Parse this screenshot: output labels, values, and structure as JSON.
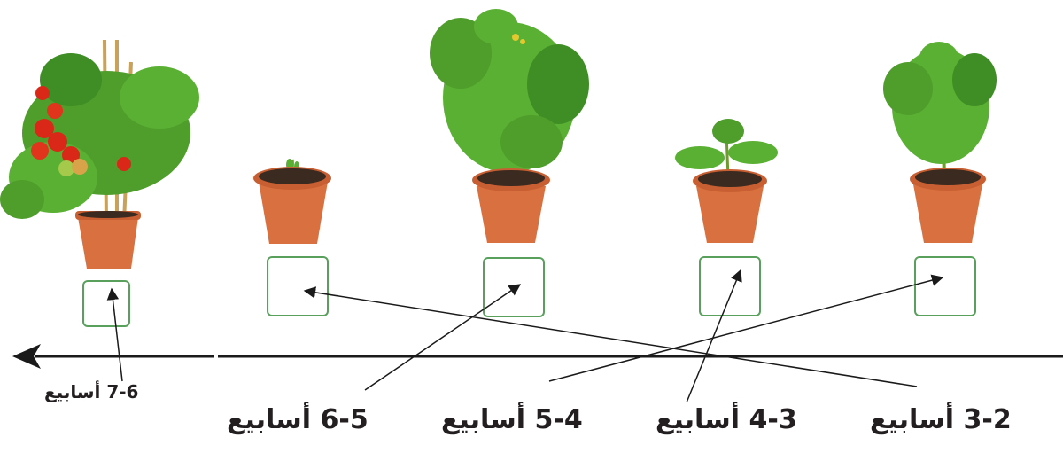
{
  "colors": {
    "box_border": "#5aa05d",
    "timeline": "#1a1a1a",
    "arrow": "#1a1a1a",
    "pot": "#d8703f",
    "pot_rim": "#c85f32",
    "soil": "#3b2a20",
    "leaf": "#5ab033",
    "leaf_dark": "#3f8e25",
    "stem": "#6f9a2e",
    "stake": "#c8a15a",
    "tomato_red": "#d92818",
    "tomato_green": "#a5c94a"
  },
  "labels": {
    "weeks_7_6": "7-6 أسابيع",
    "weeks_6_5": "6-5 أسابيع",
    "weeks_5_4": "5-4 أسابيع",
    "weeks_4_3": "4-3 أسابيع",
    "weeks_3_2": "3-2 أسابيع"
  },
  "plants": [
    {
      "stage": "fruiting",
      "icon": "tomato-plant-with-fruit-icon"
    },
    {
      "stage": "sprout",
      "icon": "sprout-in-pot-icon"
    },
    {
      "stage": "tall",
      "icon": "tall-plant-in-pot-icon"
    },
    {
      "stage": "seedling",
      "icon": "seedling-in-pot-icon"
    },
    {
      "stage": "young",
      "icon": "young-plant-in-pot-icon"
    }
  ]
}
